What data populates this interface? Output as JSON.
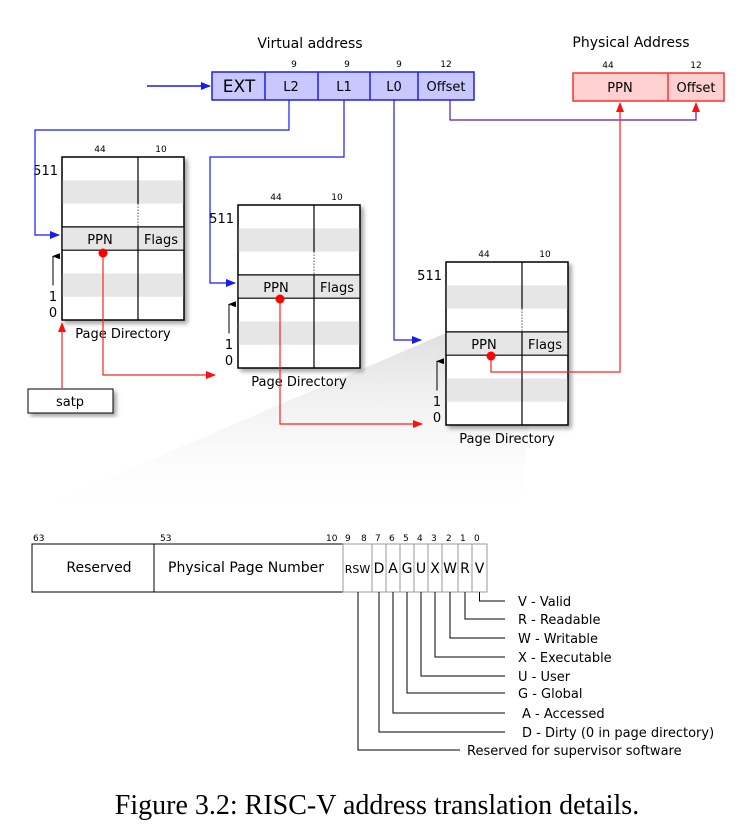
{
  "virtual_address": {
    "title": "Virtual address",
    "fields": [
      {
        "label": "EXT",
        "bits": ""
      },
      {
        "label": "L2",
        "bits": "9"
      },
      {
        "label": "L1",
        "bits": "9"
      },
      {
        "label": "L0",
        "bits": "9"
      },
      {
        "label": "Offset",
        "bits": "12"
      }
    ]
  },
  "physical_address": {
    "title": "Physical Address",
    "fields": [
      {
        "label": "PPN",
        "bits": "44"
      },
      {
        "label": "Offset",
        "bits": "12"
      }
    ]
  },
  "page_directories": [
    {
      "label": "Page Directory",
      "col_bits": [
        "44",
        "10"
      ],
      "row_top": "511",
      "row_1": "1",
      "row_0": "0",
      "ppn": "PPN",
      "flags": "Flags"
    },
    {
      "label": "Page Directory",
      "col_bits": [
        "44",
        "10"
      ],
      "row_top": "511",
      "row_1": "1",
      "row_0": "0",
      "ppn": "PPN",
      "flags": "Flags"
    },
    {
      "label": "Page Directory",
      "col_bits": [
        "44",
        "10"
      ],
      "row_top": "511",
      "row_1": "1",
      "row_0": "0",
      "ppn": "PPN",
      "flags": "Flags"
    }
  ],
  "satp": {
    "label": "satp"
  },
  "pte": {
    "bit_labels": {
      "b63": "63",
      "b53": "53",
      "b10": "10",
      "b9": "9",
      "b8": "8",
      "b7": "7",
      "b6": "6",
      "b5": "5",
      "b4": "4",
      "b3": "3",
      "b2": "2",
      "b1": "1",
      "b0": "0"
    },
    "reserved": "Reserved",
    "ppn": "Physical Page Number",
    "flags": [
      "RSW",
      "D",
      "A",
      "G",
      "U",
      "X",
      "W",
      "R",
      "V"
    ]
  },
  "legend": [
    "V - Valid",
    "R  - Readable",
    "W - Writable",
    "X - Executable",
    "U - User",
    "G - Global",
    "A - Accessed",
    "D - Dirty (0 in page directory)",
    "Reserved for supervisor software"
  ],
  "caption": "Figure 3.2: RISC-V address translation details.",
  "colors": {
    "virtual_fill": "#c8c8ff",
    "virtual_stroke": "#2020e0",
    "physical_fill": "#ffd0d0",
    "physical_stroke": "#ff3030",
    "red_arrow": "#ff2020",
    "blue_arrow": "#2020ff"
  }
}
